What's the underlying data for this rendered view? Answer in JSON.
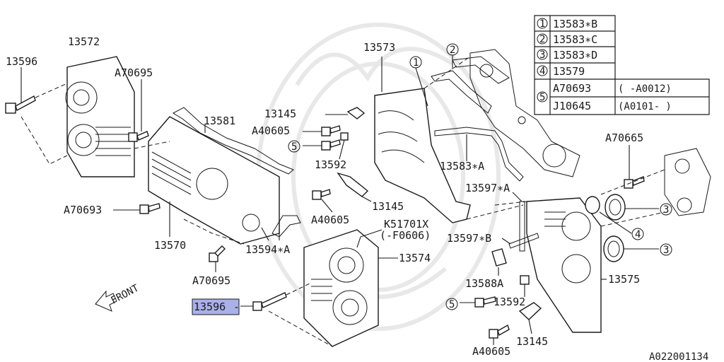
{
  "diagram": {
    "labels": {
      "p13596_top": "13596",
      "p13572": "13572",
      "pA70695_top": "A70695",
      "p13581": "13581",
      "p13145_top": "13145",
      "pA40605_mid": "A40605",
      "p13592_left": "13592",
      "pA70693": "A70693",
      "p13570": "13570",
      "p13594A": "13594∗A",
      "pA70695_bot": "A70695",
      "front": "FRONT",
      "p13596_bot": "13596",
      "p13573": "13573",
      "p13583A": "13583∗A",
      "p13145_mid": "13145",
      "pA40605_low": "A40605",
      "pK51701X": "K51701X",
      "pF0606": "(-F0606)",
      "p13574": "13574",
      "p13597A": "13597∗A",
      "p13597B": "13597∗B",
      "p13588A": "13588A",
      "p13592_right": "13592",
      "p13145_bot": "13145",
      "pA40605_bot": "A40605",
      "p13575": "13575",
      "pA70665": "A70665",
      "diagram_id": "A022001134"
    },
    "callouts": {
      "c1": "1",
      "c2": "2",
      "c3a": "3",
      "c3b": "3",
      "c4": "4",
      "c5a": "5",
      "c5b": "5"
    },
    "legend": {
      "rows": [
        {
          "num": "1",
          "part": "13583∗B"
        },
        {
          "num": "2",
          "part": "13583∗C"
        },
        {
          "num": "3",
          "part": "13583∗D"
        },
        {
          "num": "4",
          "part": "13579"
        },
        {
          "num": "5",
          "part": "A70693",
          "range": "(       -A0012)"
        },
        {
          "num": "",
          "part": "J10645",
          "range": "(A0101-      )"
        }
      ]
    },
    "highlight_color": "#aab0e8"
  }
}
